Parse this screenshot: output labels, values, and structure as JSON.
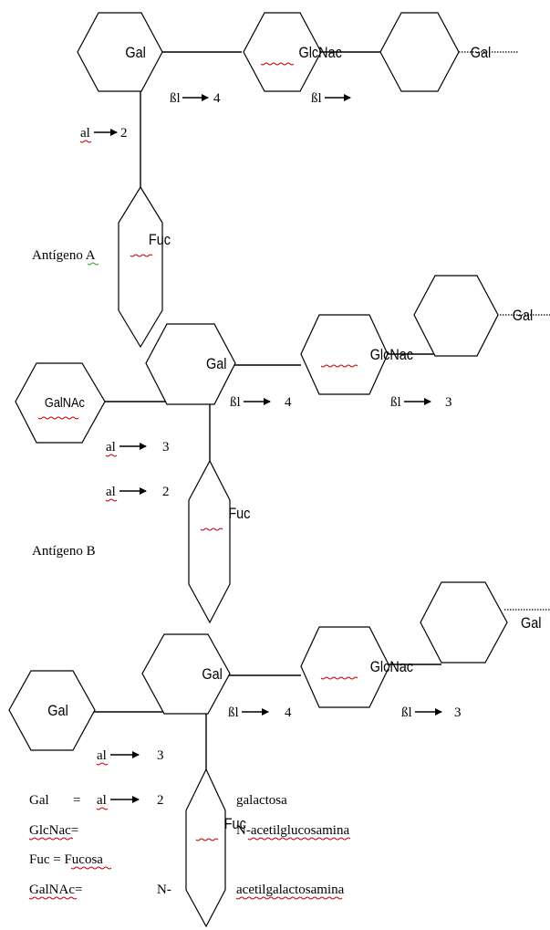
{
  "sugars": {
    "gal": "Gal",
    "glcnac": "GlcNac",
    "galnac": "GalNAc",
    "fuc": "Fuc"
  },
  "linkages": {
    "b1_4": "ßl",
    "b1_3": "ßl",
    "a1": "al",
    "num4": "4",
    "num3": "3",
    "num2": "2"
  },
  "antigens": {
    "a": "Antígeno A",
    "b": "Antígeno B"
  },
  "legend": {
    "gal_key": "Gal",
    "eq": "=",
    "gal_def": "galactosa",
    "glcnac_key": "GlcNac=",
    "glcnac_def": "N-acetilglucosamina",
    "fuc_line": "Fuc = Fucosa",
    "galnac_key": "GalNAc=",
    "galnac_pre": "N-",
    "galnac_def": "acetilgalactosamina"
  }
}
